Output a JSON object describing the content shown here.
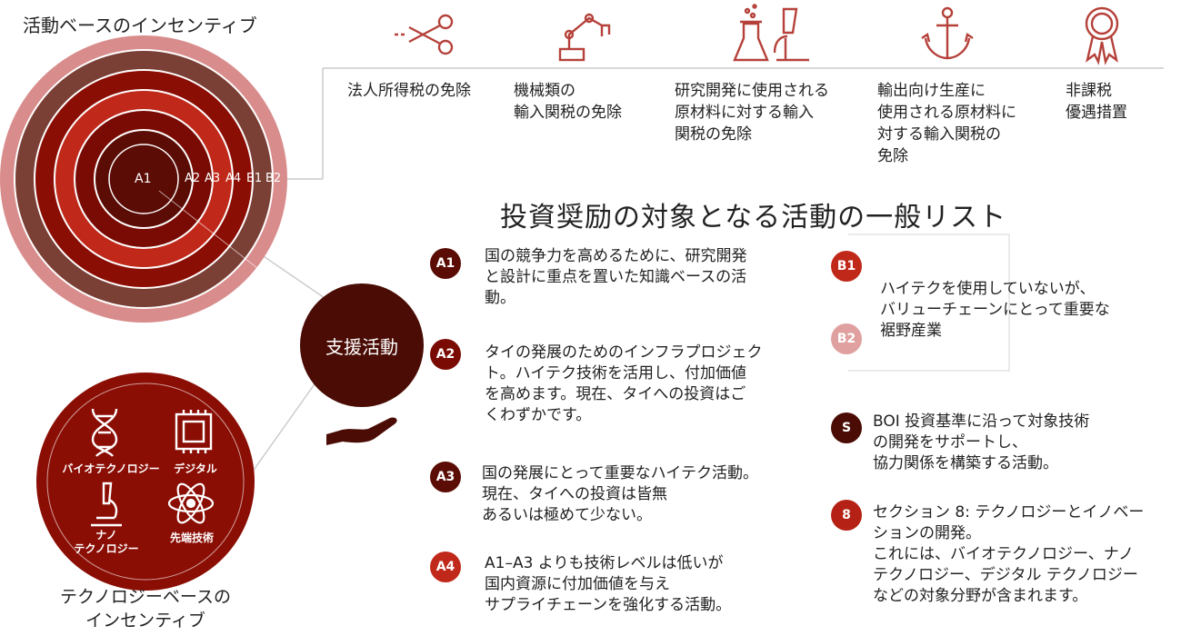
{
  "titles": {
    "activity_based": "活動ベースのインセンティブ",
    "technology_based": "テクノロジーベースの\nインセンティブ",
    "main": "投資奨励の対象となる活動の一般リスト",
    "support": "支援活動"
  },
  "rings": {
    "labels": [
      "A1",
      "A2",
      "A3",
      "A4",
      "B1",
      "B2"
    ]
  },
  "benefits": [
    {
      "icon": "scissors-icon",
      "text": "法人所得税の免除"
    },
    {
      "icon": "robot-arm-icon",
      "text": "機械類の\n輸入関税の免除"
    },
    {
      "icon": "lab-flask-microscope-icon",
      "text": "研究開発に使用される\n原材料に対する輸入\n関税の免除"
    },
    {
      "icon": "anchor-icon",
      "text": "輸出向け生産に\n使用される原材料に\n対する輸入関税の\n免除"
    },
    {
      "icon": "award-ribbon-icon",
      "text": "非課税\n優遇措置"
    }
  ],
  "technologies": [
    {
      "icon": "dna-icon",
      "label": "バイオテクノロジー"
    },
    {
      "icon": "chip-icon",
      "label": "デジタル"
    },
    {
      "icon": "microscope-icon",
      "label": "ナノ\nテクノロジー"
    },
    {
      "icon": "atom-icon",
      "label": "先端技術"
    }
  ],
  "activities": {
    "A1": "国の競争力を高めるために、研究開発\nと設計に重点を置いた知識ベースの活\n動。",
    "A2": "タイの発展のためのインフラプロジェク\nト。ハイテク技術を活用し、付加価値\nを高めます。現在、タイへの投資はご\nくわずかです。",
    "A3": "国の発展にとって重要なハイテク活動。\n現在、タイへの投資は皆無\nあるいは極めて少ない。",
    "A4": "A1–A3 よりも技術レベルは低いが\n国内資源に付加価値を与え\nサプライチェーンを強化する活動。",
    "B": "ハイテクを使用していないが、\nバリューチェーンにとって重要な\n裾野産業",
    "S": "BOI 投資基準に沿って対象技術\nの開発をサポートし、\n協力関係を構築する活動。",
    "8": "セクション 8: テクノロジーとイノベー\nションの開発。\nこれには、バイオテクノロジー、ナノ\nテクノロジー、デジタル テクノロジー\nなどの対象分野が含まれます。"
  },
  "badges": {
    "A1": "A1",
    "A2": "A2",
    "A3": "A3",
    "A4": "A4",
    "B1": "B1",
    "B2": "B2",
    "S": "S",
    "8": "8"
  },
  "colors": {
    "dark_brown": "#4a0c05",
    "dark_red": "#8b0e05",
    "red": "#c0281a",
    "mid_brown": "#7a3f35",
    "pink": "#d98c8c",
    "line_gray": "#cccccc"
  }
}
